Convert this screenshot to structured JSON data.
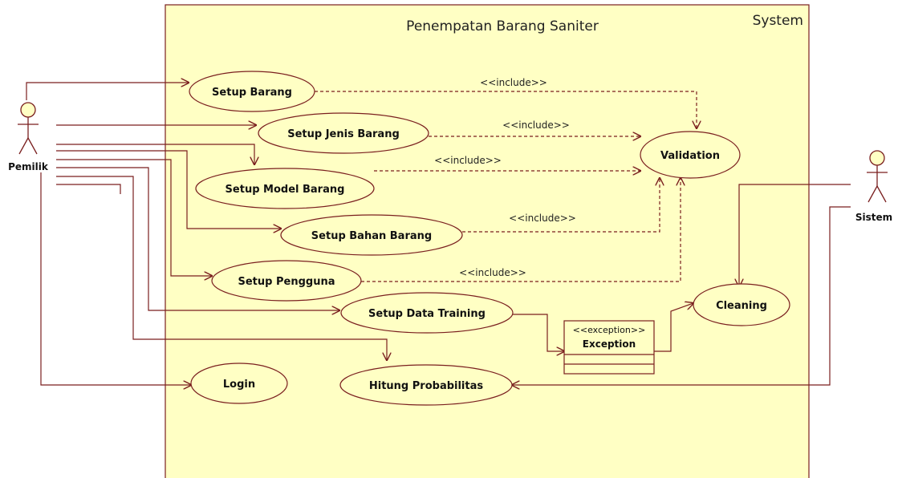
{
  "colors": {
    "line": "#7a1f1f",
    "fill": "#ffffc4",
    "border": "#7a1f1f",
    "text": "#111111"
  },
  "system": {
    "title": "Penempatan Barang Saniter",
    "label": "System"
  },
  "actors": {
    "pemilik": "Pemilik",
    "sistem": "Sistem"
  },
  "use_cases": {
    "setup_barang": "Setup Barang",
    "setup_jenis_barang": "Setup Jenis Barang",
    "setup_model_barang": "Setup Model Barang",
    "setup_bahan_barang": "Setup Bahan Barang",
    "setup_pengguna": "Setup Pengguna",
    "setup_data_training": "Setup Data Training",
    "login": "Login",
    "hitung_probabilitas": "Hitung Probabilitas",
    "validation": "Validation",
    "cleaning": "Cleaning"
  },
  "relations": {
    "include": "<<include>>"
  },
  "exception_class": {
    "stereotype": "<<exception>>",
    "name": "Exception"
  }
}
